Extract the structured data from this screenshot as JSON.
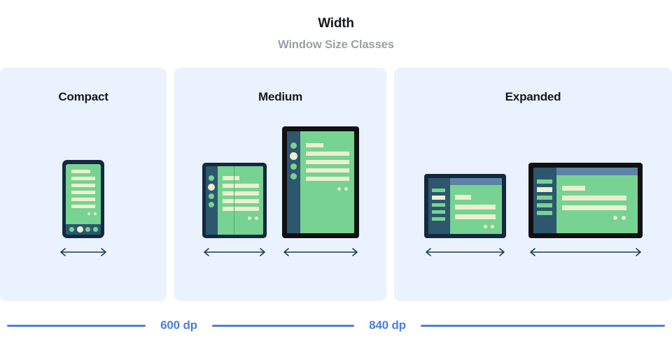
{
  "header": {
    "title": "Width",
    "subtitle": "Window Size Classes"
  },
  "colors": {
    "page_background": "#ffffff",
    "panel_background": "#eaf2fd",
    "device_frame_dark": "#14293f",
    "device_frame_black": "#111111",
    "screen_green": "#76d391",
    "content_cream": "#edefce",
    "rail_blue": "#2d566f",
    "topbar_blue": "#5d84a6",
    "arrow_navy": "#1b3a55",
    "ruler_blue": "#4a7fe0",
    "title_black": "#15191c",
    "subtitle_gray": "#9aa0a6"
  },
  "panels": [
    {
      "id": "compact",
      "label": "Compact",
      "devices": [
        {
          "id": "phone",
          "type": "phone-portrait",
          "icon": "phone-icon"
        }
      ]
    },
    {
      "id": "medium",
      "label": "Medium",
      "devices": [
        {
          "id": "foldable",
          "type": "foldable-portrait",
          "icon": "foldable-icon"
        },
        {
          "id": "tablet-portrait",
          "type": "tablet-portrait",
          "icon": "tablet-portrait-icon"
        }
      ]
    },
    {
      "id": "expanded",
      "label": "Expanded",
      "devices": [
        {
          "id": "tablet-landscape-small",
          "type": "tablet-landscape",
          "icon": "tablet-landscape-icon"
        },
        {
          "id": "tablet-landscape-large",
          "type": "tablet-landscape",
          "icon": "desktop-icon"
        }
      ]
    }
  ],
  "rulers": [
    {
      "id": "breakpoint-600",
      "label": "600 dp"
    },
    {
      "id": "breakpoint-840",
      "label": "840 dp"
    }
  ],
  "arrows": {
    "icon": "double-headed-arrow-icon",
    "meaning": "width"
  }
}
